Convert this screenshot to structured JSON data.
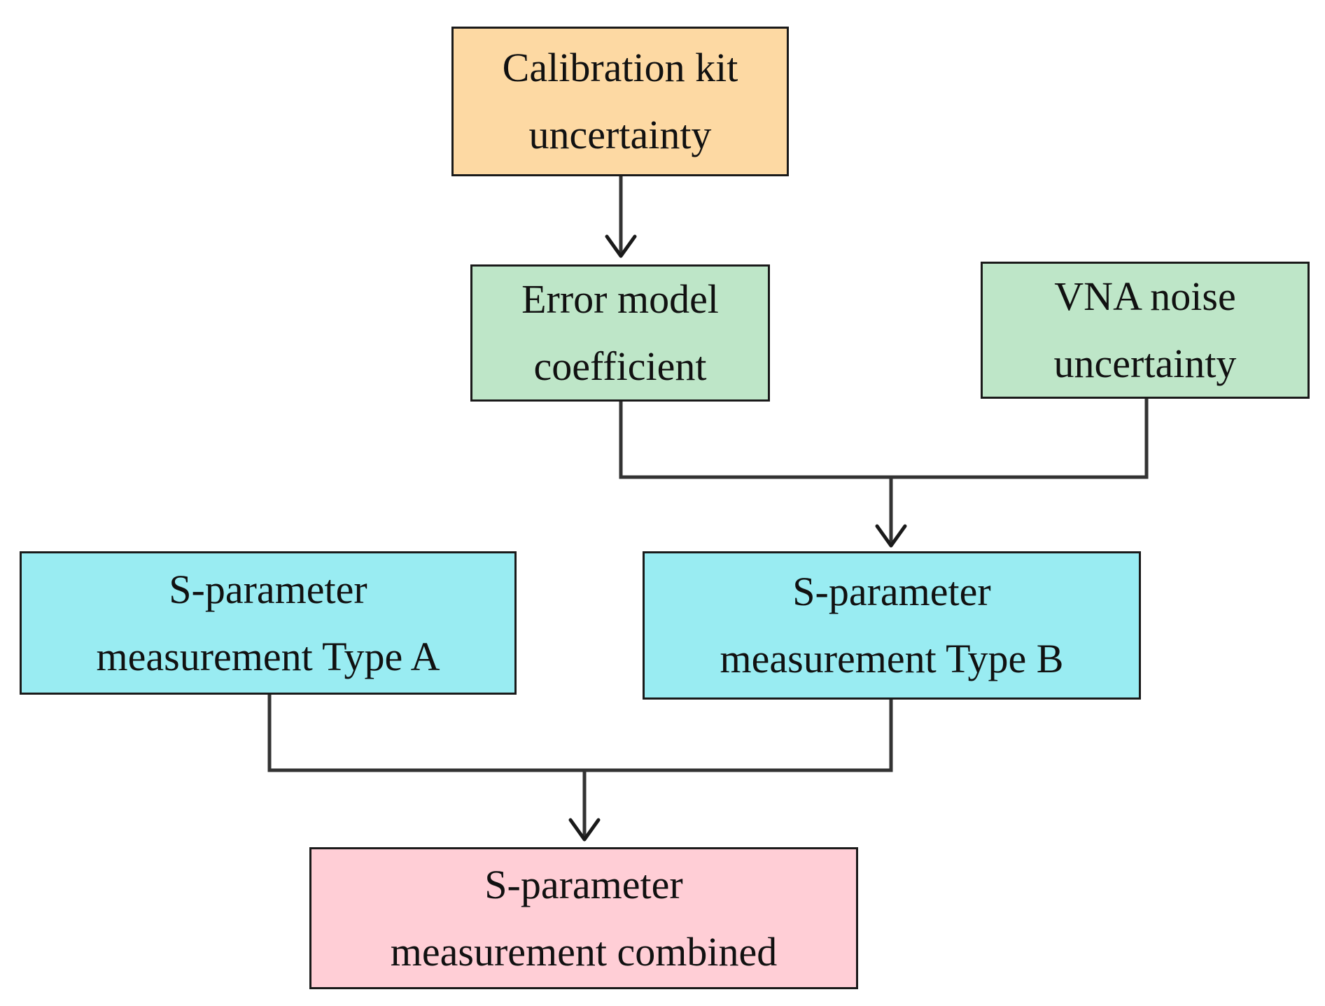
{
  "nodes": {
    "calibration_kit": {
      "lines": [
        "Calibration kit",
        "uncertainty"
      ],
      "color": "#FDD9A3"
    },
    "error_model": {
      "lines": [
        "Error model",
        "coefficient"
      ],
      "color": "#BEE6C8"
    },
    "vna_noise": {
      "lines": [
        "VNA noise",
        "uncertainty"
      ],
      "color": "#BEE6C8"
    },
    "type_a": {
      "lines": [
        "S-parameter",
        "measurement Type A"
      ],
      "color": "#99ECF2"
    },
    "type_b": {
      "lines": [
        "S-parameter",
        "measurement Type B"
      ],
      "color": "#99ECF2"
    },
    "combined": {
      "lines": [
        "S-parameter",
        "measurement combined"
      ],
      "color": "#FFCED6"
    }
  },
  "edges": [
    {
      "from": "calibration_kit",
      "to": "error_model"
    },
    {
      "from": "error_model",
      "to": "type_b"
    },
    {
      "from": "vna_noise",
      "to": "type_b"
    },
    {
      "from": "type_a",
      "to": "combined"
    },
    {
      "from": "type_b",
      "to": "combined"
    }
  ]
}
